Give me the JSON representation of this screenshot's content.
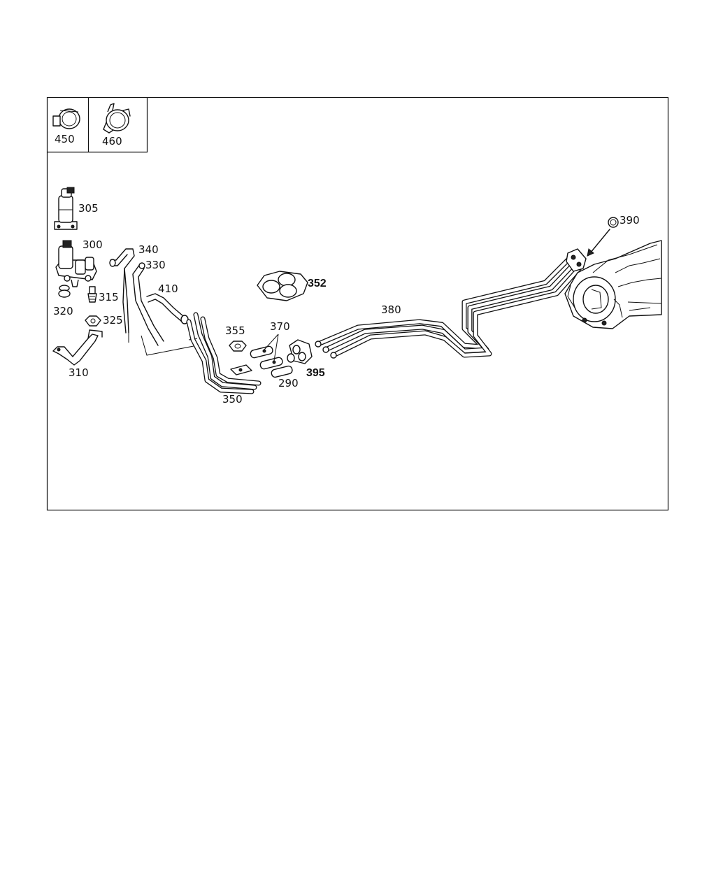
{
  "diagram": {
    "inset_labels": [
      "450",
      "460"
    ],
    "part_labels": {
      "p305": "305",
      "p300": "300",
      "p320": "320",
      "p315": "315",
      "p325": "325",
      "p310": "310",
      "p340": "340",
      "p330": "330",
      "p410": "410",
      "p352": "352",
      "p355": "355",
      "p370": "370",
      "p290": "290",
      "p395": "395",
      "p350": "350",
      "p380": "380",
      "p390": "390"
    }
  }
}
